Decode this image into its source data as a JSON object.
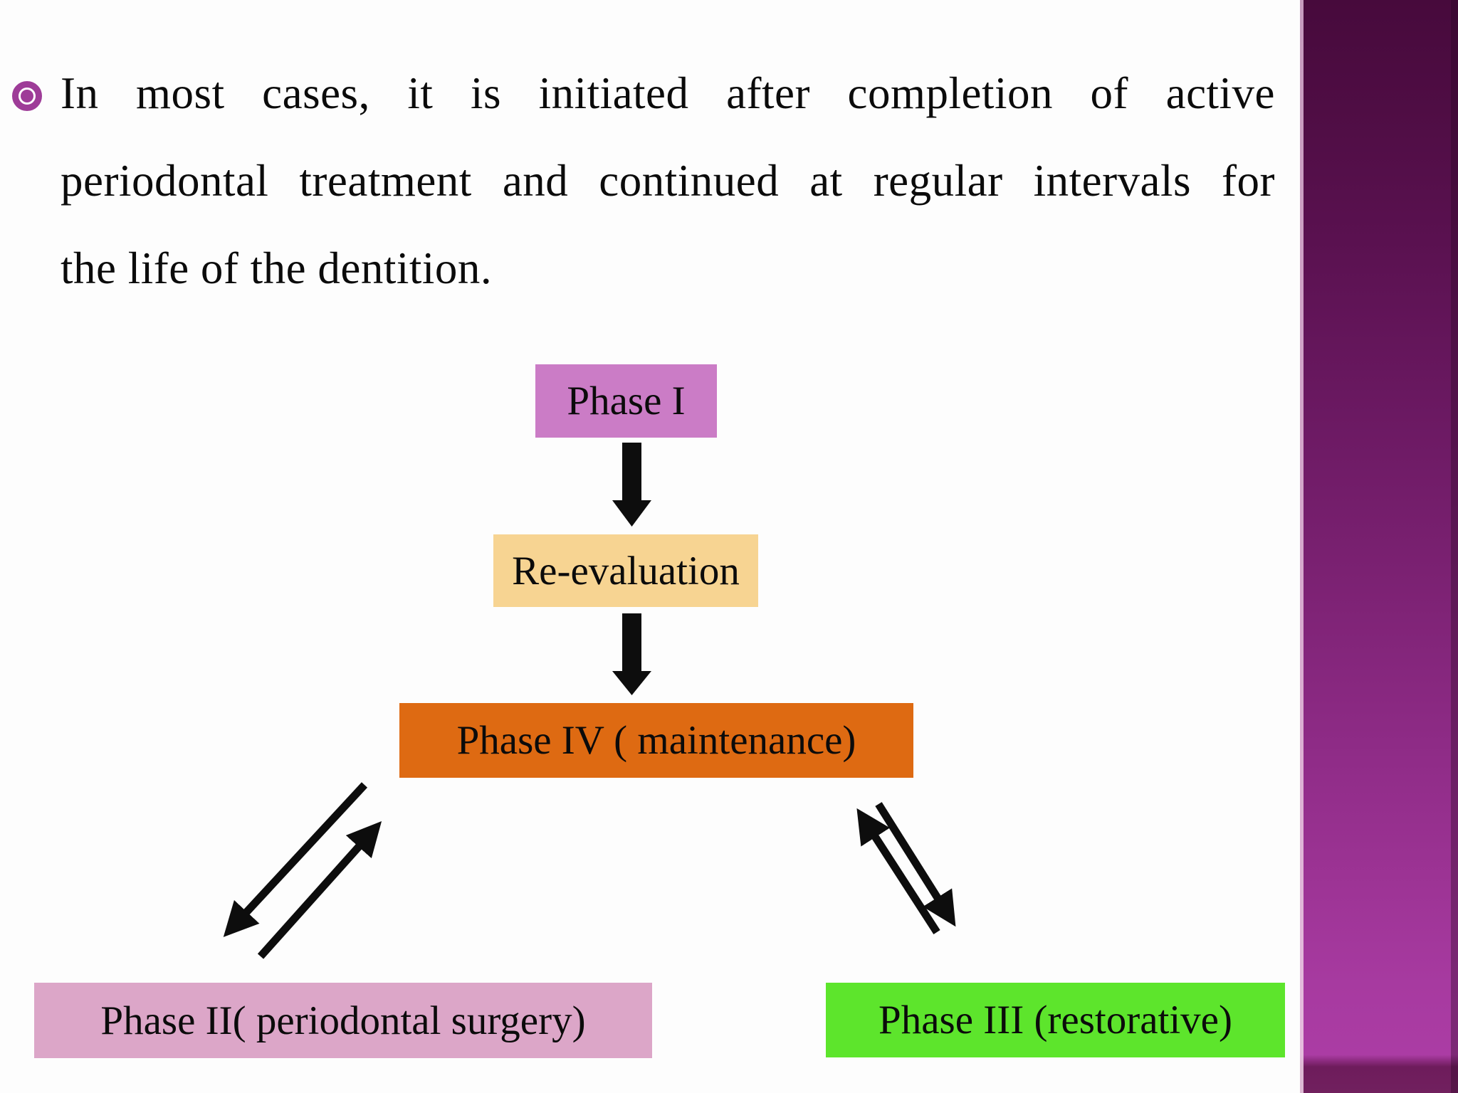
{
  "slide": {
    "background_color": "#fdfdfd",
    "bullet": {
      "icon_color": "#9e3c98",
      "full_text": "In most cases, it is initiated after completion of active periodontal treatment and continued at regular intervals for the life of the dentition.",
      "lines": [
        "In most cases, it is initiated after completion of active",
        "periodontal treatment and continued at regular intervals for",
        "the life of the dentition."
      ]
    },
    "diagram": {
      "arrow_color": "#0d0d0d",
      "nodes": [
        {
          "id": "phase1",
          "label": "Phase I",
          "color": "#cb7cc6"
        },
        {
          "id": "reevaluation",
          "label": "Re-evaluation",
          "color": "#f7d492"
        },
        {
          "id": "phase4",
          "label": "Phase IV ( maintenance)",
          "color": "#de6a12"
        },
        {
          "id": "phase2",
          "label": "Phase II( periodontal surgery)",
          "color": "#dca6c8"
        },
        {
          "id": "phase3",
          "label": "Phase III (restorative)",
          "color": "#5de52c"
        }
      ],
      "connections": [
        {
          "from": "Phase I",
          "to": "Re-evaluation",
          "style": "block-down-arrow"
        },
        {
          "from": "Re-evaluation",
          "to": "Phase IV ( maintenance)",
          "style": "block-down-arrow"
        },
        {
          "from": "Phase IV ( maintenance)",
          "to": "Phase II( periodontal surgery)",
          "style": "double-diagonal-arrows"
        },
        {
          "from": "Phase IV ( maintenance)",
          "to": "Phase III (restorative)",
          "style": "double-diagonal-arrows"
        }
      ]
    },
    "sidebar": {
      "gradient_top": "#470a3c",
      "gradient_middle": "#7d2274",
      "gradient_bottom": "#ab3ca4",
      "bottom_band": "#6e1c5c",
      "edge_highlight": "#e7c3de"
    }
  }
}
